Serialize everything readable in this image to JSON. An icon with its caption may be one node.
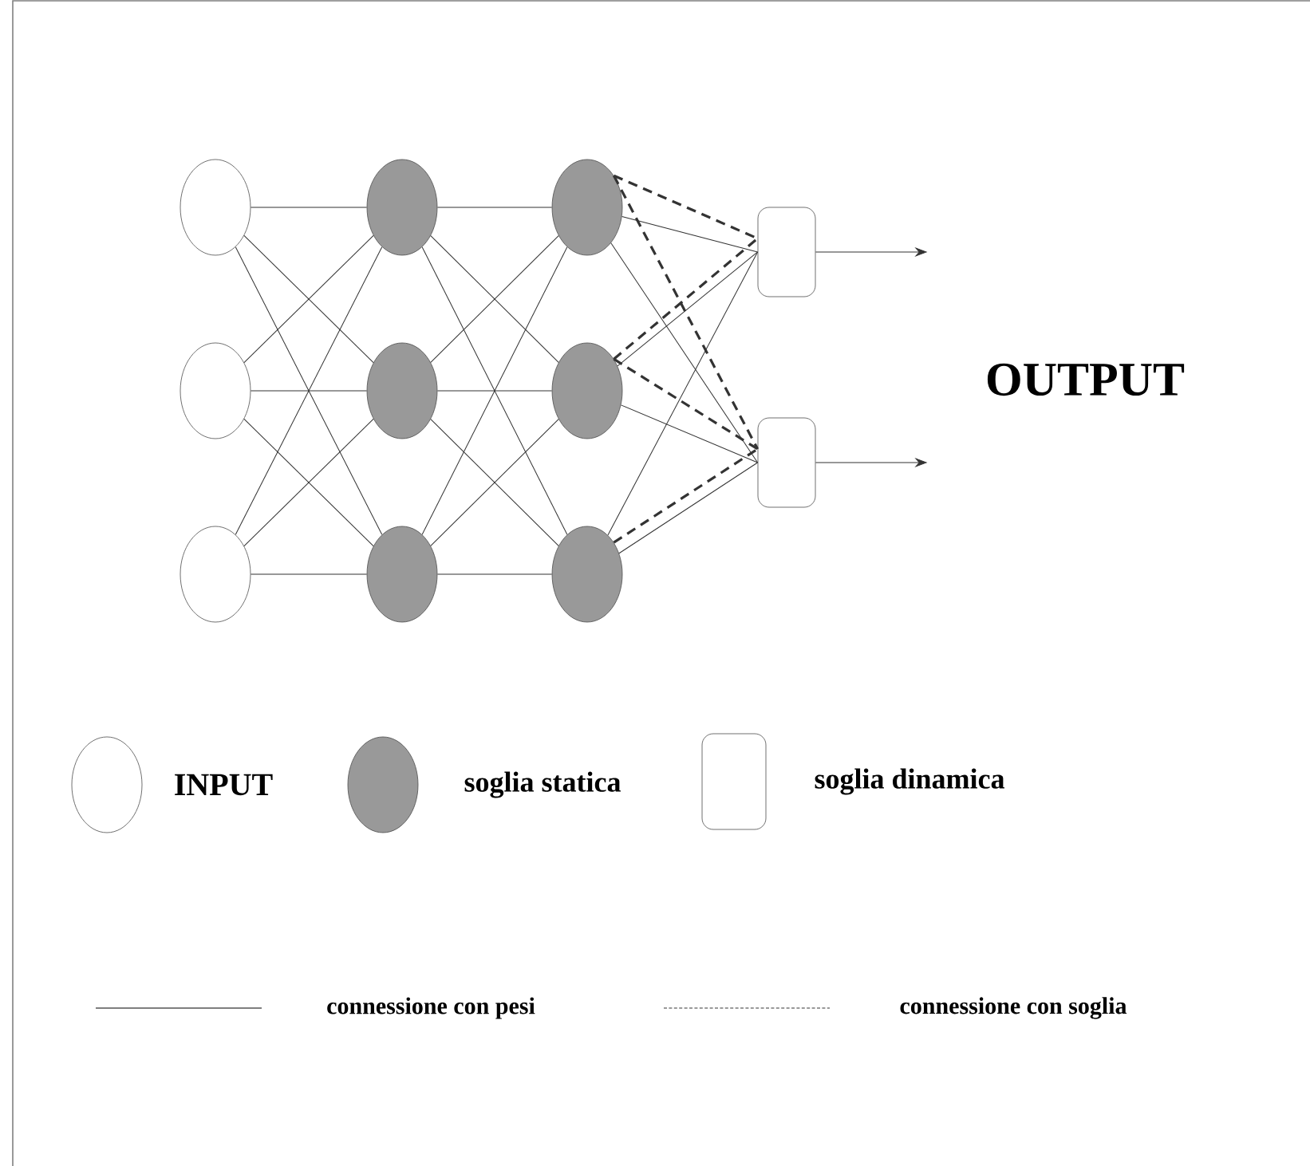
{
  "diagram": {
    "nodes": [
      {
        "text": [],
        "shape": "circle"
      },
      {
        "text": [],
        "shape": "circle"
      },
      {
        "text": [],
        "shape": "circle"
      },
      {
        "text": [],
        "shape": "circle"
      },
      {
        "text": [],
        "shape": "circle"
      },
      {
        "text": [],
        "shape": "circle"
      },
      {
        "text": [],
        "shape": "circle"
      },
      {
        "text": [],
        "shape": "circle"
      },
      {
        "text": [],
        "shape": "circle"
      },
      {
        "text": [],
        "shape": "box"
      },
      {
        "text": [],
        "shape": "box"
      }
    ],
    "edges": [
      {
        "from": 0,
        "to": 3,
        "arrow": "none"
      },
      {
        "from": 0,
        "to": 4,
        "arrow": "none"
      },
      {
        "from": 0,
        "to": 5,
        "arrow": "none"
      },
      {
        "from": 1,
        "to": 3,
        "arrow": "none"
      },
      {
        "from": 1,
        "to": 4,
        "arrow": "none"
      },
      {
        "from": 1,
        "to": 5,
        "arrow": "none"
      },
      {
        "from": 2,
        "to": 3,
        "arrow": "none"
      },
      {
        "from": 2,
        "to": 4,
        "arrow": "none"
      },
      {
        "from": 2,
        "to": 5,
        "arrow": "none"
      },
      {
        "from": 3,
        "to": 6,
        "arrow": "none"
      },
      {
        "from": 3,
        "to": 7,
        "arrow": "none"
      },
      {
        "from": 3,
        "to": 8,
        "arrow": "none"
      },
      {
        "from": 4,
        "to": 6,
        "arrow": "none"
      },
      {
        "from": 4,
        "to": 7,
        "arrow": "none"
      },
      {
        "from": 4,
        "to": 8,
        "arrow": "none"
      },
      {
        "from": 5,
        "to": 6,
        "arrow": "none"
      },
      {
        "from": 5,
        "to": 7,
        "arrow": "none"
      },
      {
        "from": 5,
        "to": 8,
        "arrow": "none"
      },
      {
        "from": 6,
        "to": 9,
        "arrow": "none"
      },
      {
        "from": 6,
        "to": 10,
        "arrow": "none"
      },
      {
        "from": 7,
        "to": 9,
        "arrow": "none"
      },
      {
        "from": 7,
        "to": 10,
        "arrow": "none"
      },
      {
        "from": 8,
        "to": 9,
        "arrow": "none"
      },
      {
        "from": 8,
        "to": 10,
        "arrow": "none"
      },
      {
        "from": 6,
        "to": 9,
        "arrow": "none",
        "style": "dashed"
      },
      {
        "from": 6,
        "to": 10,
        "arrow": "none",
        "style": "dashed"
      },
      {
        "from": 7,
        "to": 9,
        "arrow": "none",
        "style": "dashed"
      },
      {
        "from": 7,
        "to": 10,
        "arrow": "none",
        "style": "dashed"
      },
      {
        "from": 8,
        "to": 10,
        "arrow": "none",
        "style": "dashed"
      },
      {
        "from": 9,
        "to": null,
        "arrow": "to"
      },
      {
        "from": 10,
        "to": null,
        "arrow": "to"
      }
    ],
    "labels": [
      "OUTPUT"
    ],
    "legend": [
      {
        "text": "INPUT"
      },
      {
        "text": "soglia statica"
      },
      {
        "text": "soglia dinamica"
      },
      {
        "text": "connessione con pesi"
      },
      {
        "text": "connessione con soglia"
      }
    ]
  }
}
